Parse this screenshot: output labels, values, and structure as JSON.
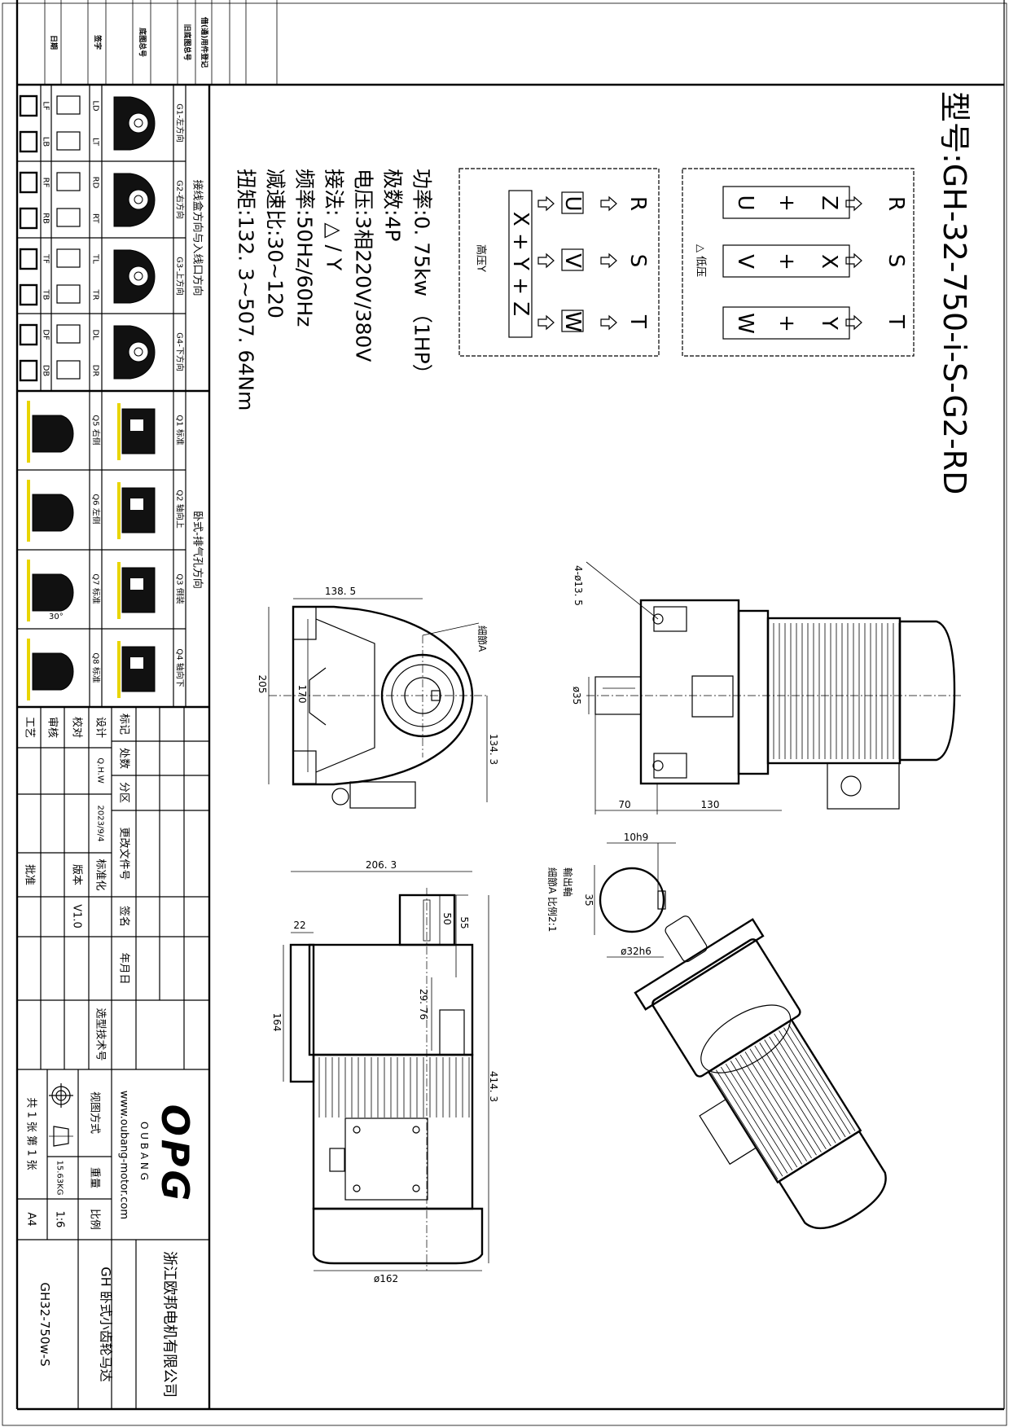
{
  "header_strip": {
    "labels": [
      "日期",
      "签字",
      "底图总号",
      "旧底图总号",
      "借(通)用件登记"
    ]
  },
  "model": "型号:GH-32-750-i-S-G2-RD",
  "specs": [
    "功率:0. 75kw （1HP）",
    "极数:4P",
    "电压:3相220V/380V",
    "接法: △ / Y",
    "频率:50Hz/60Hz",
    "减速比:30~120",
    "扭矩:132. 3~507. 64Nm"
  ],
  "wiring": {
    "low": {
      "label": "△ 低压",
      "terminals": [
        "R",
        "S",
        "T"
      ],
      "pairs": [
        [
          "Z",
          "+",
          "U"
        ],
        [
          "X",
          "+",
          "V"
        ],
        [
          "Y",
          "+",
          "W"
        ]
      ]
    },
    "high": {
      "label": "高压Y",
      "terminals": [
        "R",
        "S",
        "T"
      ],
      "boxes": [
        "U",
        "V",
        "W"
      ],
      "star": "X + Y + Z"
    }
  },
  "dimensions": {
    "front_width": "138. 5",
    "front_height": "205",
    "front_inner": "170",
    "detail_a": "細節A",
    "center_height": "134. 3",
    "holes": "4-ø13. 5",
    "shaft_dia": "ø35",
    "shaft_len": "70",
    "flange_to_base": "130",
    "key_width": "10h9",
    "key_height": "35",
    "shaft_fit": "ø32h6",
    "output_shaft": "輸出軸",
    "detail_scale": "細節A 比例2:1",
    "overall_width": "206. 3",
    "flange_thk": "22",
    "shaft_50": "50",
    "shaft_55": "55",
    "offset": "29. 76",
    "base_164": "164",
    "overall_len": "414. 3",
    "motor_dia": "ø162"
  },
  "orientation_panel": {
    "section1_title": "接线盒方向与入线口方向",
    "section2_title": "卧式-排气孔方向",
    "groups": [
      {
        "label": "G1-左方向",
        "codes": [
          "LD",
          "LT",
          "LF",
          "LB"
        ]
      },
      {
        "label": "G2-右方向",
        "codes": [
          "RD",
          "RT",
          "RF",
          "RB"
        ]
      },
      {
        "label": "G3-上方向",
        "codes": [
          "TL",
          "TR",
          "TF",
          "TB"
        ]
      },
      {
        "label": "G4-下方向",
        "codes": [
          "DL",
          "DR",
          "DF",
          "DB"
        ]
      }
    ],
    "mounts": [
      {
        "label": "Q1 标准",
        "alt": "Q5 右侧"
      },
      {
        "label": "Q2 轴向上",
        "alt": "Q6 左侧"
      },
      {
        "label": "Q3 倒装",
        "alt": "Q7 标准"
      },
      {
        "label": "Q4 轴向下",
        "alt": "Q8 标准"
      }
    ],
    "angle": "30°"
  },
  "title_block": {
    "mark": "标记",
    "count": "处数",
    "zone": "分区",
    "change_doc": "更改文件号",
    "sign": "签名",
    "date": "年月日",
    "design": "设计",
    "designer": "Q.H.W",
    "design_date": "2023/9/4",
    "standardize": "标准化",
    "check": "校对",
    "version_label": "版本",
    "version": "V1.0",
    "review": "审核",
    "process": "工艺",
    "approve": "批准",
    "selection_no": "选型技术号",
    "view_method": "视图方式",
    "weight_label": "重量",
    "weight": "15.63KG",
    "scale_label": "比例",
    "scale": "1:6",
    "sheets": "共 1 张 第 1 张",
    "paper": "A4",
    "product": "GH 卧式小齿轮马达",
    "drawing_no": "GH32-750w-S",
    "company": "浙江欧邦电机有限公司",
    "logo": "OPG",
    "brand": "O U B A N G",
    "website": "www.oubang-motor.com"
  }
}
